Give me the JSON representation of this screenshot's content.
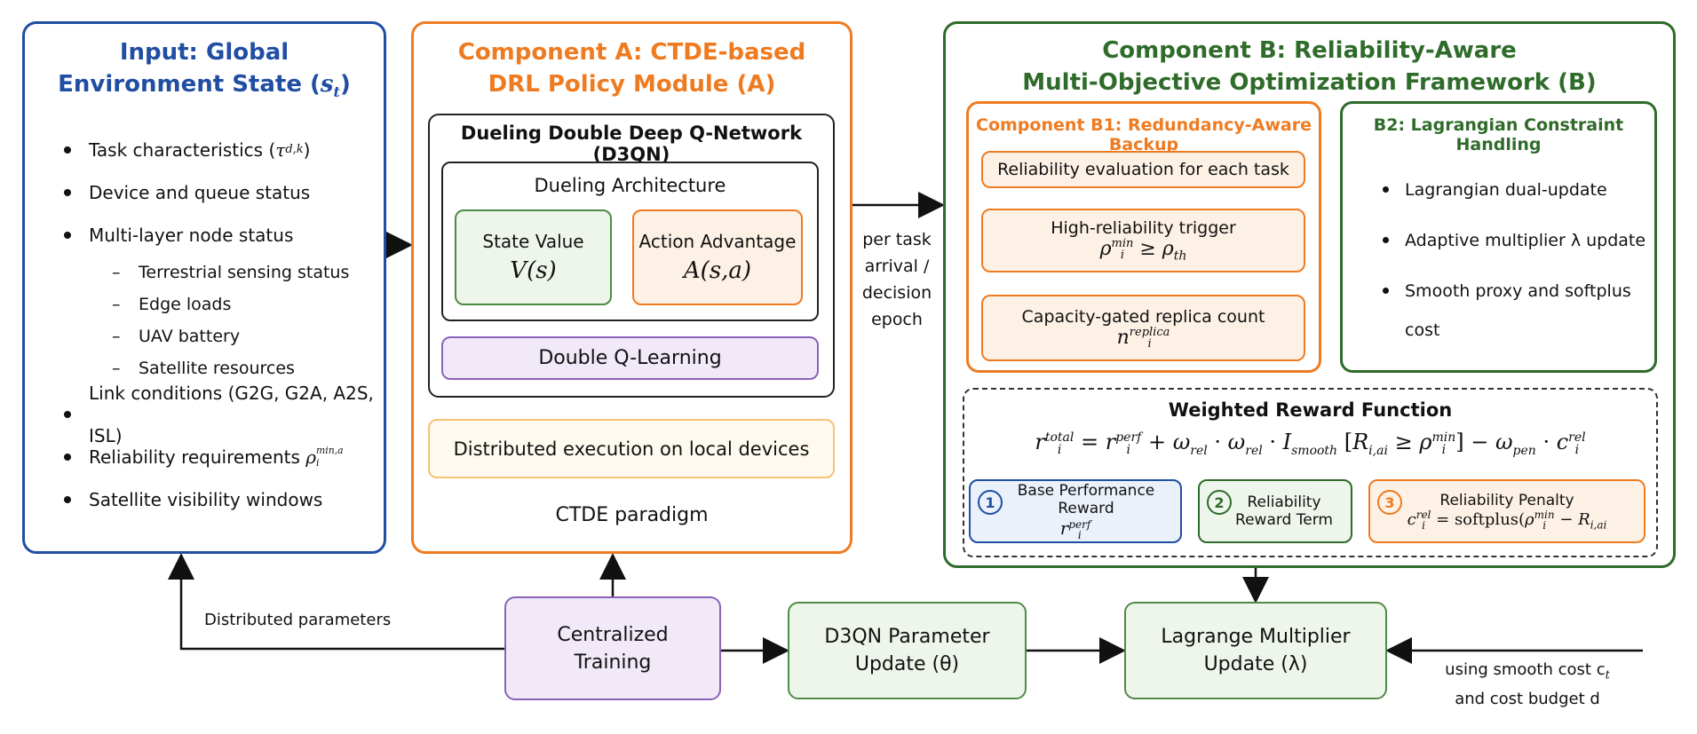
{
  "colors": {
    "blue": "#1f4ea3",
    "orange": "#ef7b21",
    "green": "#2f6b2a",
    "purple": "#8b63b8"
  },
  "input": {
    "title_line1": "Input: Global",
    "title_line2": "Environment State (",
    "title_sym": "s",
    "title_sub": "t",
    "title_close": ")",
    "items": [
      {
        "label": "Task characteristics (",
        "sym": "τ",
        "sub": "d,k",
        "close": ")"
      },
      {
        "label": "Device and queue status"
      },
      {
        "label": "Multi-layer node status"
      },
      {
        "label": "Link conditions (G2G, G2A, A2S, ISL)"
      },
      {
        "label": "Reliability requirements ",
        "sym": "ρ",
        "sub": "i",
        "sup": "min,a"
      },
      {
        "label": "Satellite visibility windows"
      }
    ],
    "subitems": [
      "Terrestrial sensing status",
      "Edge loads",
      "UAV battery",
      "Satellite resources"
    ],
    "dash": "–"
  },
  "component_a": {
    "title_line1": "Component A: CTDE-based",
    "title_line2": "DRL Policy Module (A)",
    "d3qn_title": "Dueling Double Deep Q-Network (D3QN)",
    "dueling_title": "Dueling Architecture",
    "state_value": "State Value",
    "state_value_math": "V(s)",
    "action_adv": "Action Advantage",
    "action_adv_math": "A(s,a)",
    "double_q": "Double Q-Learning",
    "distributed": "Distributed execution on local devices",
    "ctde": "CTDE paradigm"
  },
  "component_b": {
    "title_line1": "Component B: Reliability-Aware",
    "title_line2": "Multi-Objective Optimization Framework (B)",
    "b1_title": "Component B1: Redundancy-Aware Backup",
    "b1_step1": "Reliability evaluation for each task",
    "b1_step2": "High-reliability trigger",
    "b1_step2_math": "ρ",
    "b1_step2_sub": "i",
    "b1_step2_sup": "min",
    "b1_step2_rest": " ≥ ρ",
    "b1_step2_rest_sub": "th",
    "b1_step3": "Capacity-gated replica count",
    "b1_step3_math": "n",
    "b1_step3_sub": "i",
    "b1_step3_sup": "replica",
    "b2_title": "B2: Lagrangian Constraint Handling",
    "b2_items": [
      "Lagrangian dual-update",
      "Adaptive multiplier λ update",
      "Smooth proxy and softplus cost"
    ]
  },
  "reward": {
    "title": "Weighted Reward Function",
    "r1_num": "1",
    "r1_label": "Base Performance Reward",
    "r2_num": "2",
    "r2_label_1": "Reliability",
    "r2_label_2": "Reward Term",
    "r3_num": "3",
    "r3_label": "Reliability Penalty"
  },
  "bottom": {
    "centralized_1": "Centralized",
    "centralized_2": "Training",
    "d3qn_update_1": "D3QN Parameter",
    "d3qn_update_2": "Update (θ)",
    "lagrange_1": "Lagrange Multiplier",
    "lagrange_2": "Update (λ)",
    "dist_params": "Distributed parameters",
    "per_task_1": "per task",
    "per_task_2": "arrival /",
    "per_task_3": "decision",
    "per_task_4": "epoch",
    "cost_1": "using smooth cost c",
    "cost_1_sub": "t",
    "cost_2": "and cost budget d"
  }
}
